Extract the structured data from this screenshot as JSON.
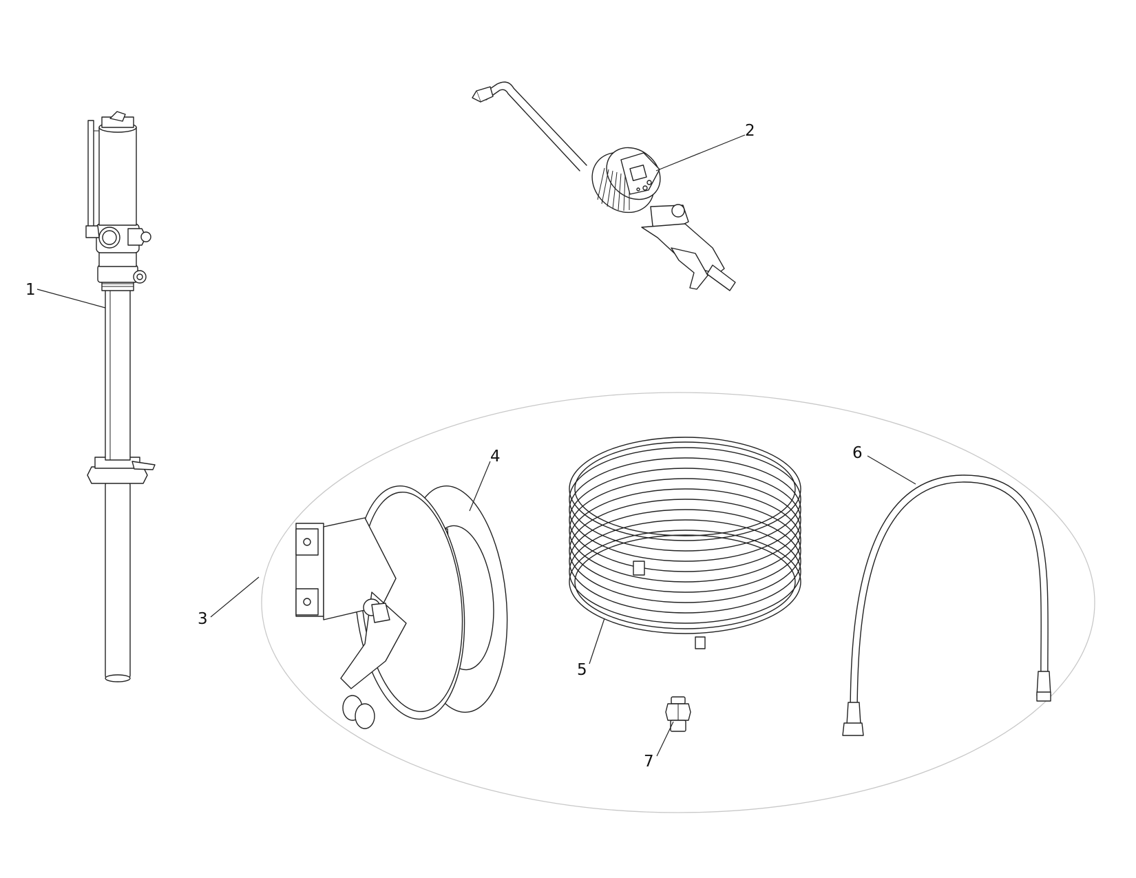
{
  "callouts": {
    "c1": "1",
    "c2": "2",
    "c3": "3",
    "c4": "4",
    "c5": "5",
    "c6": "6",
    "c7": "7"
  },
  "colors": {
    "line": "#222222",
    "group_outline": "#c8c8c8",
    "background": "#ffffff"
  }
}
